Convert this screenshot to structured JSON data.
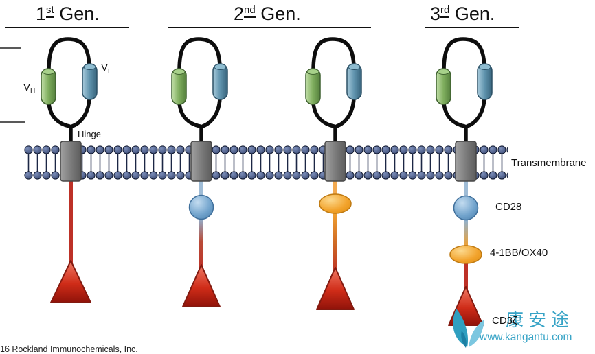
{
  "headers": {
    "gen1": {
      "num": "1",
      "sup": "st",
      "rest": " Gen."
    },
    "gen2": {
      "num": "2",
      "sup": "nd",
      "rest": " Gen."
    },
    "gen3": {
      "num": "3",
      "sup": "rd",
      "rest": " Gen."
    }
  },
  "labels": {
    "vh": {
      "main": "V",
      "sub": "H"
    },
    "vl": {
      "main": "V",
      "sub": "L"
    },
    "hinge": "Hinge",
    "transmembrane": "Transmembrane",
    "cd28": "CD28",
    "costim": "4-1BB/OX40",
    "cd3zeta": "CD3ζ"
  },
  "footer": {
    "copyright": "16 Rockland Immunochemicals, Inc."
  },
  "watermark": {
    "brand": "康安途",
    "url": "www.kangantu.com"
  },
  "colors": {
    "membrane_head": "#3c4d79",
    "vh_green": "#7fae5e",
    "vl_blue": "#5f93ad",
    "transmembrane_gray": "#787878",
    "cd3zeta_red": "#c22718",
    "cd28_blue": "#71a3cc",
    "costim_orange": "#f2a32c",
    "watermark_teal": "#36a3c6"
  }
}
